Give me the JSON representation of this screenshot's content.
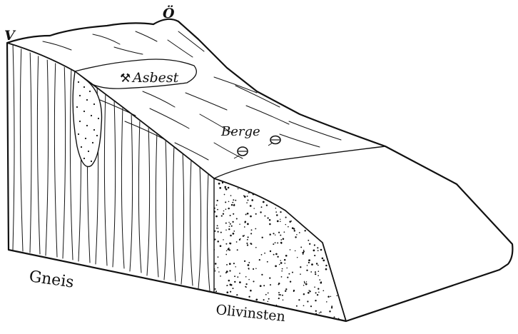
{
  "labels": {
    "west": "V",
    "east": "Ö",
    "asbestos_symbol": "⚒",
    "asbestos": "Asbest",
    "berge": "Berge",
    "gneis": "Gneis",
    "olivinsten": "Olivinsten"
  }
}
